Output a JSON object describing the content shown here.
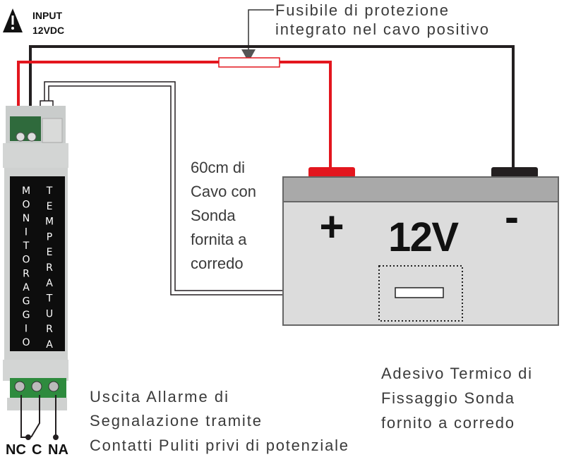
{
  "input_warning": {
    "line1": "INPUT",
    "line2": "12VDC",
    "icon": "warning-icon"
  },
  "fuse_label": {
    "line1": "Fusibile di protezione",
    "line2": "integrato nel cavo positivo"
  },
  "cable_label": {
    "lines": [
      "60cm di",
      "Cavo con",
      "Sonda",
      "fornita a",
      "corredo"
    ]
  },
  "device": {
    "label_left": "MONITORAGGIO",
    "label_right": "TEMPERATURA"
  },
  "battery": {
    "voltage": "12V",
    "plus": "+",
    "minus": "-"
  },
  "adhesive_label": {
    "lines": [
      "Adesivo Termico di",
      "Fissaggio Sonda",
      "fornito a corredo"
    ]
  },
  "output_label": {
    "lines": [
      "Uscita Allarme di",
      "Segnalazione tramite",
      "Contatti Puliti privi di potenziale"
    ]
  },
  "terminals": {
    "nc": "NC",
    "c": "C",
    "na": "NA"
  },
  "colors": {
    "red_wire": "#e3161e",
    "black_wire": "#231f20",
    "terminal_green": "#2e8b3e",
    "battery_grey": "#dcdcdc"
  }
}
